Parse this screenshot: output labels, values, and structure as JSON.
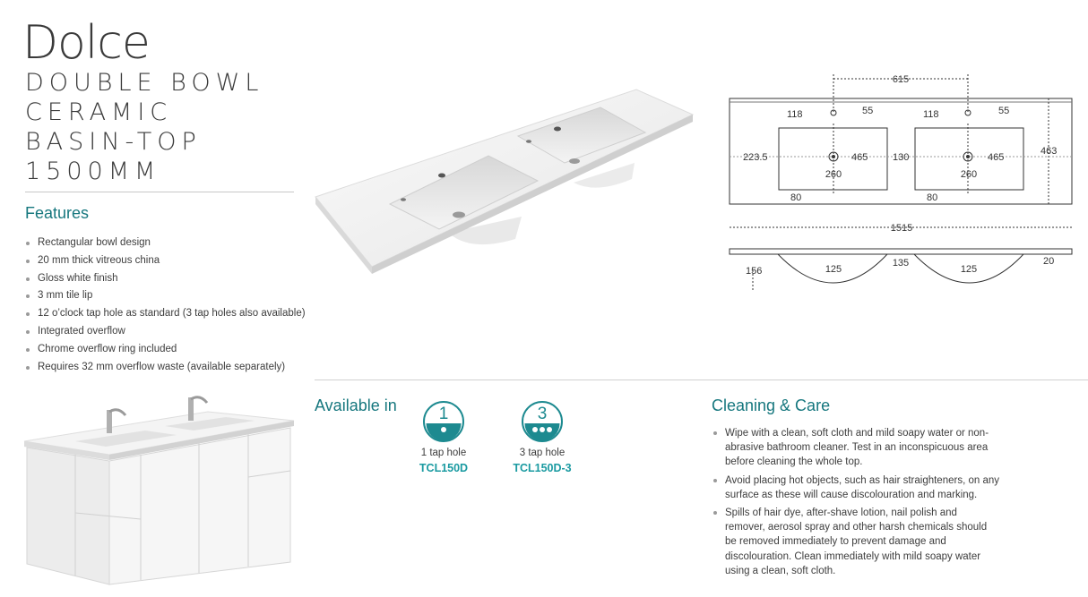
{
  "product": {
    "brand": "Dolce",
    "subtitle_lines": [
      "DOUBLE BOWL",
      "CERAMIC",
      "BASIN-TOP",
      "1500MM"
    ]
  },
  "features": {
    "heading": "Features",
    "items": [
      "Rectangular bowl design",
      "20 mm thick vitreous china",
      "Gloss white finish",
      "3 mm tile lip",
      "12 o’clock tap hole as standard (3 tap holes also available)",
      "Integrated overflow",
      "Chrome overflow ring included",
      "Requires 32 mm overflow waste (available separately)"
    ]
  },
  "drawing": {
    "labels": {
      "tap_spacing": "615",
      "tap_offset_left": "55",
      "tap_offset_right": "55",
      "bowl_top_left": "118",
      "bowl_top_right": "118",
      "edge_left": "223.5",
      "bowl_width_left": "465",
      "between_bowls": "130",
      "bowl_width_right": "465",
      "bowl_depth_left": "260",
      "bowl_depth_right": "260",
      "front_left": "80",
      "front_right": "80",
      "depth": "463",
      "total_length": "1515",
      "underside_height": "156",
      "radius_left": "125",
      "side_gap": "135",
      "radius_right": "125",
      "lip": "20"
    }
  },
  "availability": {
    "heading": "Available in",
    "options": [
      {
        "number": "1",
        "label": "1 tap hole",
        "code": "TCL150D"
      },
      {
        "number": "3",
        "label": "3 tap hole",
        "code": "TCL150D-3"
      }
    ]
  },
  "care": {
    "heading": "Cleaning & Care",
    "items": [
      "Wipe with a clean, soft cloth and mild soapy water or non-abrasive bathroom cleaner. Test in an inconspicuous area before cleaning the whole top.",
      "Avoid placing hot objects, such as hair straighteners, on any surface as these will cause discolouration and marking.",
      "Spills of hair dye, after-shave lotion, nail polish and remover, aerosol spray and other harsh chemicals should be removed immediately to prevent damage and discolouration. Clean immediately with mild soapy water using a clean, soft cloth."
    ]
  },
  "colors": {
    "accent": "#16777e",
    "code_teal": "#1a9aa1",
    "badge_teal": "#1d8a90"
  }
}
